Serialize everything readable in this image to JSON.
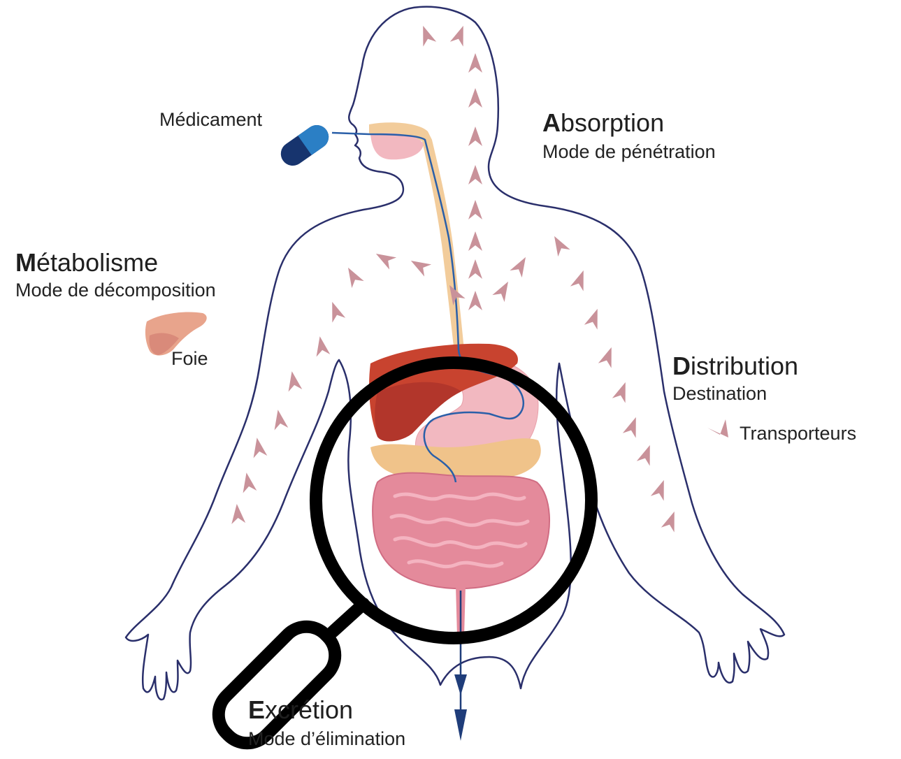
{
  "labels": {
    "medicament": "Médicament",
    "absorption": {
      "initial": "A",
      "rest": "bsorption",
      "subtitle": "Mode de pénétration"
    },
    "metabolisme": {
      "initial": "M",
      "rest": "étabolisme",
      "subtitle": "Mode de décomposition"
    },
    "foie": "Foie",
    "distribution": {
      "initial": "D",
      "rest": "istribution",
      "subtitle": "Destination"
    },
    "transporteurs": "Transporteurs",
    "excretion": {
      "initial": "E",
      "rest": "xcrétion",
      "subtitle": "Mode d’élimination"
    }
  },
  "icons": {
    "pill": "capsule-icon",
    "liver_legend": "liver-icon",
    "transporter_legend": "chevron-arrow-icon",
    "magnifier": "magnifying-glass-icon"
  },
  "colors": {
    "body_outline": "#2a2f6b",
    "arrow": "#c9929a",
    "liver": "#c8432f",
    "liver_dark": "#a8302a",
    "intestine": "#e48a9b",
    "fat": "#f0c38a",
    "stomach": "#f2b8c0",
    "drug_path": "#2a5fa8",
    "capsule_light": "#2b7fc5",
    "capsule_dark": "#17346e",
    "magnifier": "#000000"
  }
}
